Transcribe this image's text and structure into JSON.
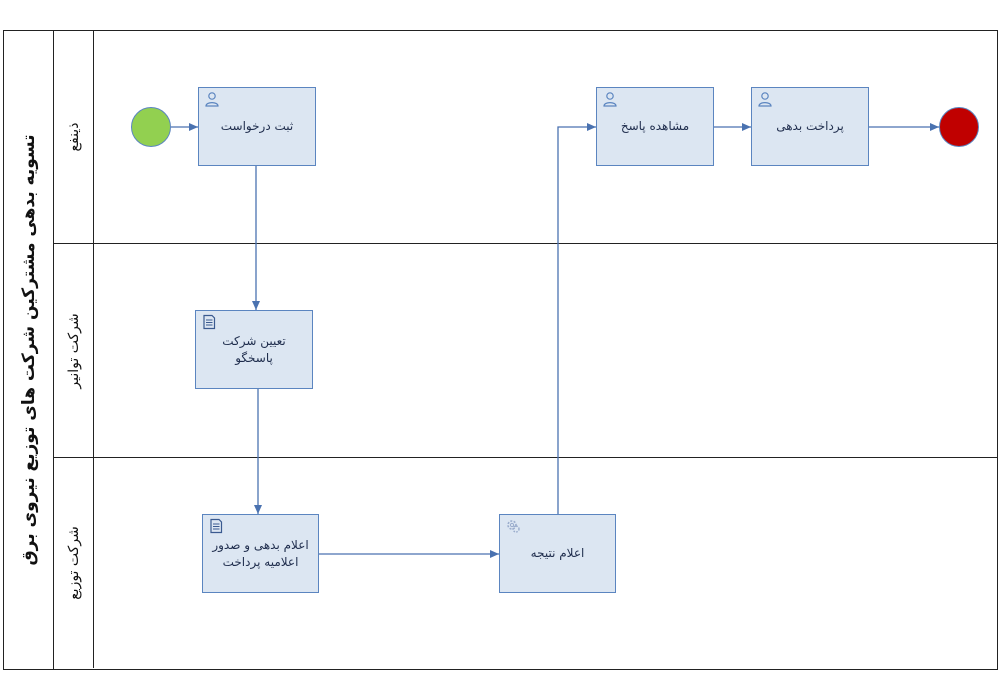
{
  "pool": {
    "title": "تسویه بدهی مشترکین شرکت های توزیع نیروی برق"
  },
  "lanes": [
    {
      "label": "ذینفع"
    },
    {
      "label": "شرکت توانیر"
    },
    {
      "label": "شرکت توزیع"
    }
  ],
  "tasks": {
    "register_request": {
      "label": "ثبت درخواست",
      "icon": "user-icon"
    },
    "view_response": {
      "label": "مشاهده پاسخ",
      "icon": "user-icon"
    },
    "pay_debt": {
      "label": "پرداخت بدهی",
      "icon": "user-icon"
    },
    "assign_company": {
      "label": "تعیین شرکت پاسخگو",
      "icon": "script-icon"
    },
    "announce_debt_line1": "اعلام بدهی و صدور",
    "announce_debt_line2": "اعلامیه پرداخت",
    "announce_result": {
      "label": "اعلام نتیجه",
      "icon": "gear-icon"
    }
  },
  "events": {
    "start": {
      "color": "#92d050"
    },
    "end": {
      "color": "#c00000"
    }
  },
  "colors": {
    "task_fill": "#dce6f2",
    "task_border": "#5b85c0",
    "flow": "#4a72b0"
  }
}
